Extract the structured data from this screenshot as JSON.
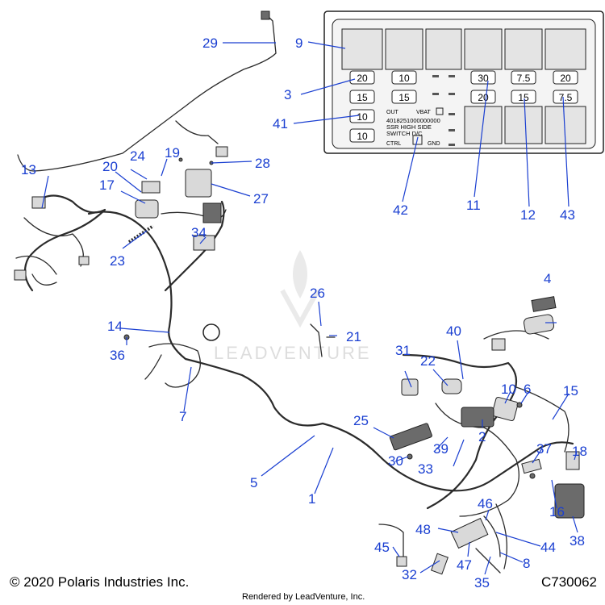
{
  "diagram": {
    "callouts": [
      "1",
      "2",
      "3",
      "4",
      "5",
      "6",
      "7",
      "8",
      "9",
      "10",
      "11",
      "12",
      "13",
      "14",
      "15",
      "16",
      "17",
      "18",
      "19",
      "20",
      "21",
      "22",
      "23",
      "24",
      "25",
      "26",
      "27",
      "28",
      "29",
      "30",
      "31",
      "32",
      "33",
      "34",
      "35",
      "36",
      "37",
      "38",
      "39",
      "40",
      "41",
      "42",
      "43",
      "44",
      "45",
      "46",
      "47",
      "48"
    ],
    "fuse_box": {
      "fuses_left_col": [
        "20",
        "15",
        "10",
        "10"
      ],
      "fuses_col2": [
        "10",
        "15"
      ],
      "fuses_col4": [
        "30",
        "20"
      ],
      "fuses_col5": [
        "7.5",
        "15"
      ],
      "fuses_col6": [
        "20",
        "7.5"
      ],
      "relay_labels": {
        "out": "OUT",
        "vbat": "VBAT",
        "part_number": "4018251000000000",
        "line1": "SSR  HIGH  SIDE",
        "line2": "SWITCH      D/C",
        "ctrl": "CTRL",
        "gnd": "GND"
      }
    },
    "watermark": "LEADVENTURE"
  },
  "footer": {
    "copyright": "© 2020 Polaris Industries Inc.",
    "drawing_code": "C730062",
    "rendered_by": "Rendered by LeadVenture, Inc."
  },
  "colors": {
    "callout": "#1a3fd1",
    "line": "#2b2b2b"
  }
}
